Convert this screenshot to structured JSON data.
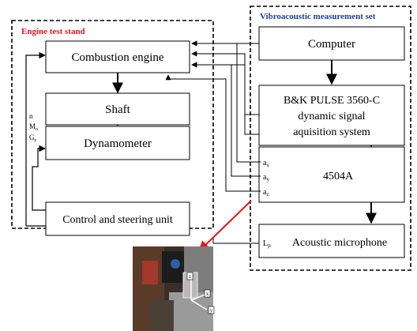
{
  "engine_stand": {
    "title": "Engine test stand",
    "title_color": "#e8141c",
    "blocks": {
      "combustion_engine": "Combustion engine",
      "shaft": "Shaft",
      "dynamometer": "Dynamometer",
      "control_unit": "Control and steering unit"
    },
    "feedback_vars": [
      "n",
      "M",
      "o",
      "G",
      "e"
    ]
  },
  "measurement_set": {
    "title": "Vibroacoustic measurement set",
    "title_color": "#1f3f9a",
    "blocks": {
      "computer": "Computer",
      "pulse_line1": "B&K PULSE 3560-C",
      "pulse_line2": "dynamic signal",
      "pulse_line3": "aquisition system",
      "accelerometer": "4504A",
      "microphone": "Acoustic microphone"
    },
    "axes": [
      "a",
      "x",
      "a",
      "y",
      "a",
      "z"
    ],
    "mic_label": [
      "L",
      "p"
    ]
  },
  "photo": {
    "description_icon": "engine-photo",
    "axis_marks": [
      "z",
      "x",
      "y"
    ]
  },
  "colors": {
    "line": "#000000",
    "pointer_arrow": "#e8141c"
  }
}
